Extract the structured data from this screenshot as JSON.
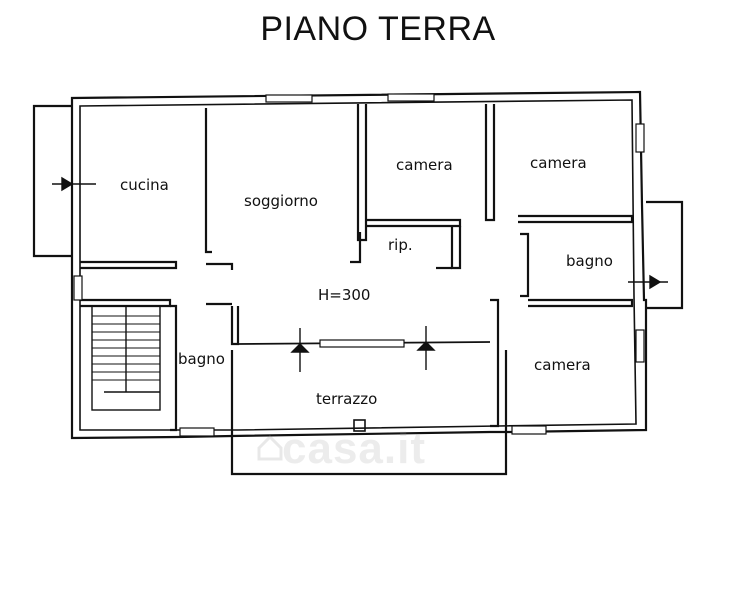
{
  "title": "PIANO TERRA",
  "rooms": {
    "cucina": "cucina",
    "soggiorno": "soggiorno",
    "camera1": "camera",
    "camera2": "camera",
    "camera3": "camera",
    "ripostiglio": "rip.",
    "bagno1": "bagno",
    "bagno2": "bagno",
    "terrazzo": "terrazzo"
  },
  "height_note": "H=300",
  "watermark": "casa.it",
  "colors": {
    "ink": "#111111",
    "paper": "#ffffff"
  }
}
